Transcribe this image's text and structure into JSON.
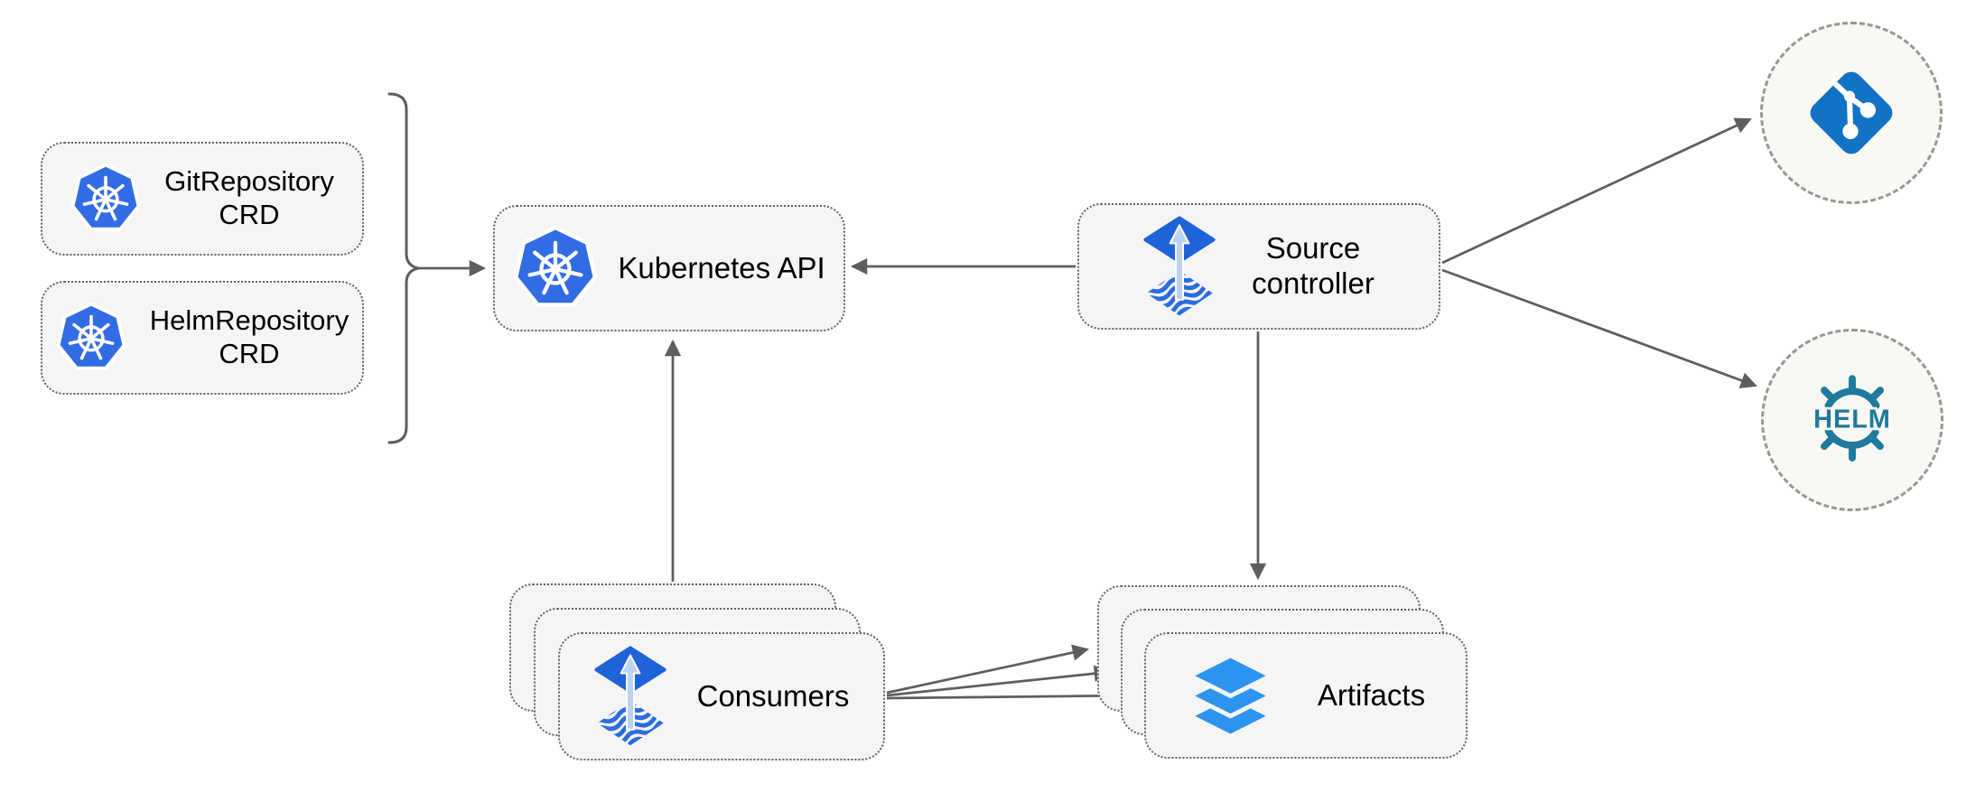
{
  "colors": {
    "kubernetes_blue": "#326ce5",
    "flux_blue": "#1e63d8",
    "flux_arrow_light": "#bcd2f4",
    "flux_wave_blue": "#2b6ce0",
    "layers_blue": "#2d95ef",
    "git_blue": "#1172c6",
    "helm_teal": "#1f7a9d",
    "node_fill": "#f5f5f5",
    "node_border": "#636363",
    "endpoint_fill": "#faf8f3",
    "endpoint_border": "#979797",
    "connector": "#5e5e5e",
    "label_color": "#000000",
    "canvas_bg": "#ffffff"
  },
  "nodes": {
    "git_repository_crd": {
      "line1": "GitRepository",
      "line2": "CRD",
      "icon": "kubernetes-icon"
    },
    "helm_repository_crd": {
      "line1": "HelmRepository",
      "line2": "CRD",
      "icon": "kubernetes-icon"
    },
    "kubernetes_api": {
      "label": "Kubernetes API",
      "icon": "kubernetes-icon"
    },
    "source_controller": {
      "line1": "Source",
      "line2": "controller",
      "icon": "flux-icon"
    },
    "consumers": {
      "label": "Consumers",
      "icon": "flux-icon",
      "stack_count": 3
    },
    "artifacts": {
      "label": "Artifacts",
      "icon": "layers-icon",
      "stack_count": 3
    },
    "git_endpoint": {
      "icon": "git-icon"
    },
    "helm_endpoint": {
      "icon": "helm-icon",
      "label": "HELM"
    }
  },
  "edges": [
    {
      "from": "git_repository_crd / helm_repository_crd",
      "to": "kubernetes_api",
      "style": "brace-then-arrow"
    },
    {
      "from": "source_controller",
      "to": "kubernetes_api"
    },
    {
      "from": "source_controller",
      "to": "git_endpoint"
    },
    {
      "from": "source_controller",
      "to": "helm_endpoint"
    },
    {
      "from": "source_controller",
      "to": "artifacts"
    },
    {
      "from": "consumers",
      "to": "kubernetes_api"
    },
    {
      "from": "consumers",
      "to": "artifacts",
      "count": 3
    }
  ]
}
